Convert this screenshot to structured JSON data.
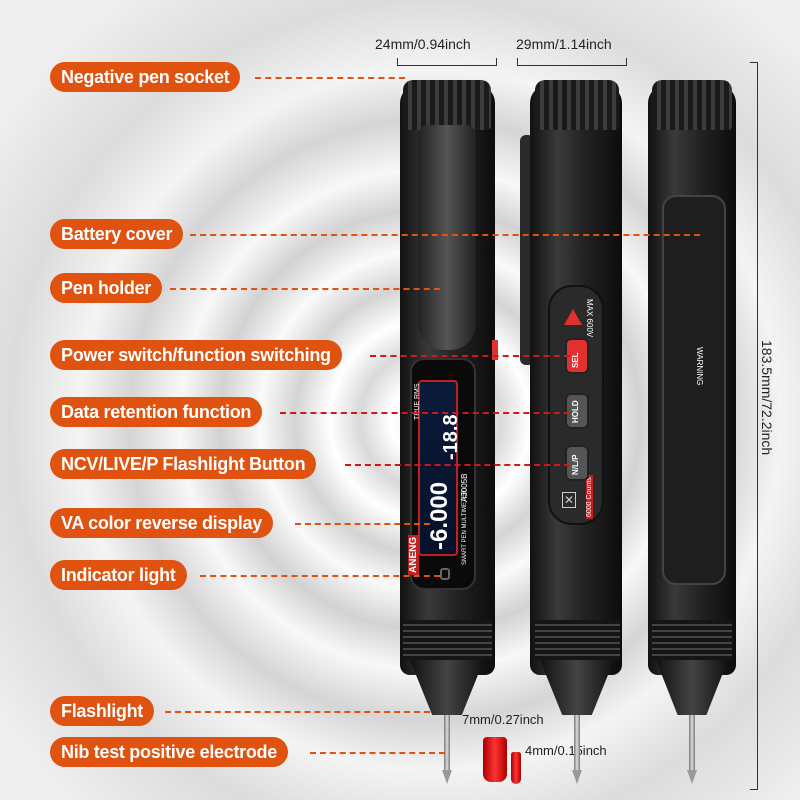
{
  "labels": [
    "Negative pen socket",
    "Battery cover",
    "Pen holder",
    "Power switch/function switching",
    "Data retention function",
    "NCV/LIVE/P Flashlight Button",
    "VA color reverse display",
    "Indicator light",
    "Flashlight",
    "Nib test positive electrode"
  ],
  "dimensions": {
    "width_front": "24mm/0.94inch",
    "width_side": "29mm/1.14inch",
    "length": "183.5mm/72.2inch",
    "tip_large": "7mm/0.27inch",
    "tip_small": "4mm/0.15inch"
  },
  "device": {
    "brand": "ANENG",
    "model": "A3005B",
    "true_rms": "TRUE RMS",
    "subtitle": "SMART PEN MULTIMETER",
    "reading_main": "-6.000",
    "reading_sub": "-18.8",
    "btn_sel": "SEL",
    "btn_hold": "HOLD",
    "btn_nlp": "N/L/P",
    "max_voltage": "MAX 600V",
    "counts": "6000 Counts",
    "warning": "WARNING"
  },
  "colors": {
    "accent": "#e0520f",
    "button_red": "#e03030"
  }
}
